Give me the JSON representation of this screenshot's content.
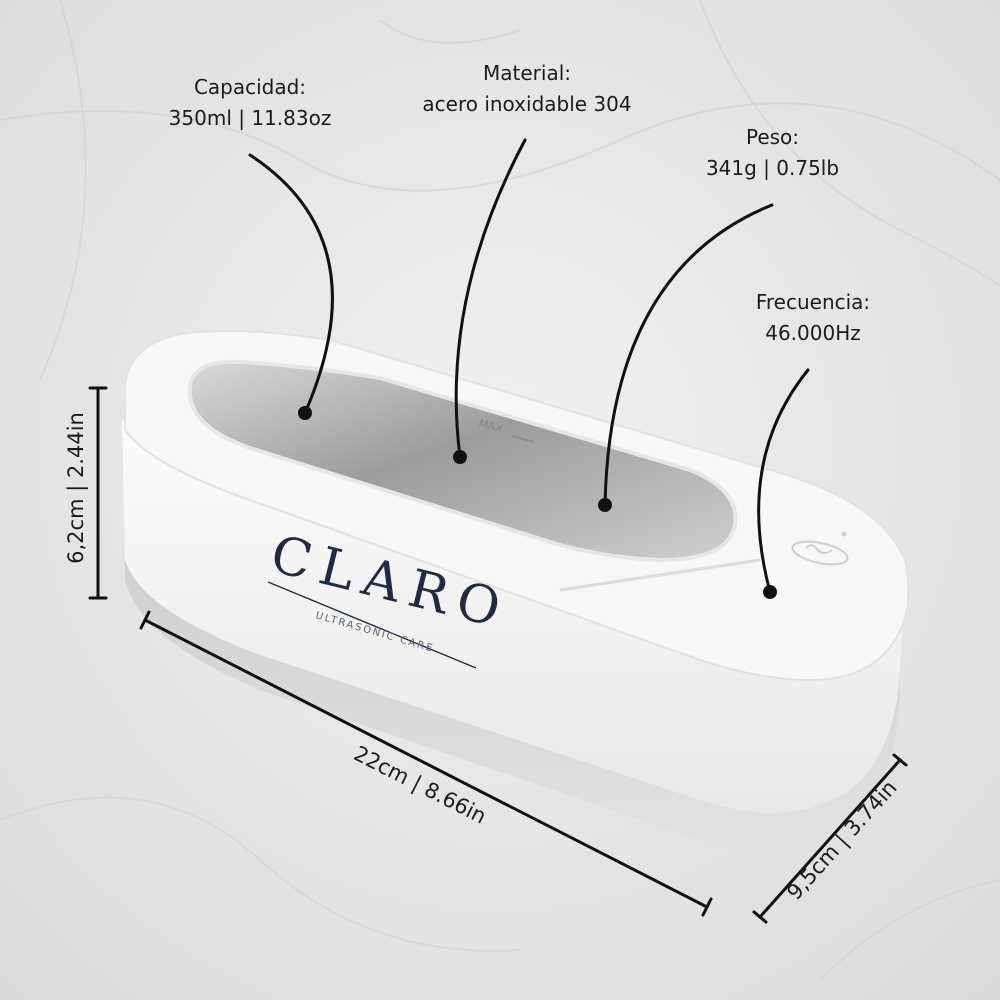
{
  "labels": {
    "capacity": {
      "title": "Capacidad:",
      "value": "350ml | 11.83oz"
    },
    "material": {
      "title": "Material:",
      "value": "acero inoxidable 304"
    },
    "weight": {
      "title": "Peso:",
      "value": "341g | 0.75lb"
    },
    "frequency": {
      "title": "Frecuencia:",
      "value": "46.000Hz"
    }
  },
  "dimensions": {
    "height": "6,2cm | 2.44in",
    "length": "22cm | 8.66in",
    "width": "9,5cm | 3.74in"
  },
  "product": {
    "brand": "CLARO",
    "tagline": "ULTRASONIC CARE",
    "max_mark": "MAX"
  },
  "colors": {
    "background": "#e9e9e8",
    "body": "#f3f3f1",
    "base": "#d6d6d4",
    "steel": "#b7b7b6",
    "brand_text": "#1f2a44",
    "ink": "#111111"
  }
}
